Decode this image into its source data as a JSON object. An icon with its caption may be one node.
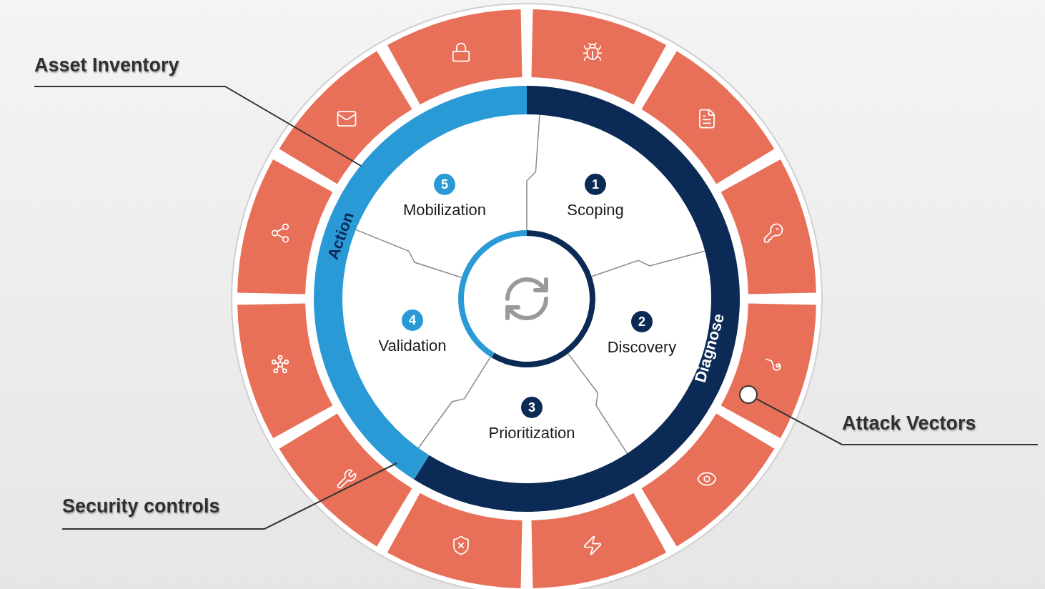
{
  "diagram": {
    "nodes": [
      {
        "text": [
          "Asset Inventory"
        ]
      },
      {
        "text": [
          "Security controls"
        ]
      },
      {
        "text": [
          "Attack Vectors"
        ]
      },
      {
        "text": [],
        "shape": "circle"
      },
      {
        "text": [
          "1",
          "Scoping"
        ]
      },
      {
        "text": [
          "2",
          "Discovery"
        ]
      },
      {
        "text": [
          "3",
          "Prioritization"
        ]
      },
      {
        "text": [
          "4",
          "Validation"
        ]
      },
      {
        "text": [
          "5",
          "Mobilization"
        ]
      }
    ],
    "edges": [
      {
        "from": 0,
        "to": null,
        "arrow": "none"
      },
      {
        "from": 1,
        "to": null,
        "arrow": "none"
      },
      {
        "from": 2,
        "to": 3,
        "arrow": "none"
      }
    ],
    "labels": [
      "Action",
      "Diagnose"
    ]
  }
}
